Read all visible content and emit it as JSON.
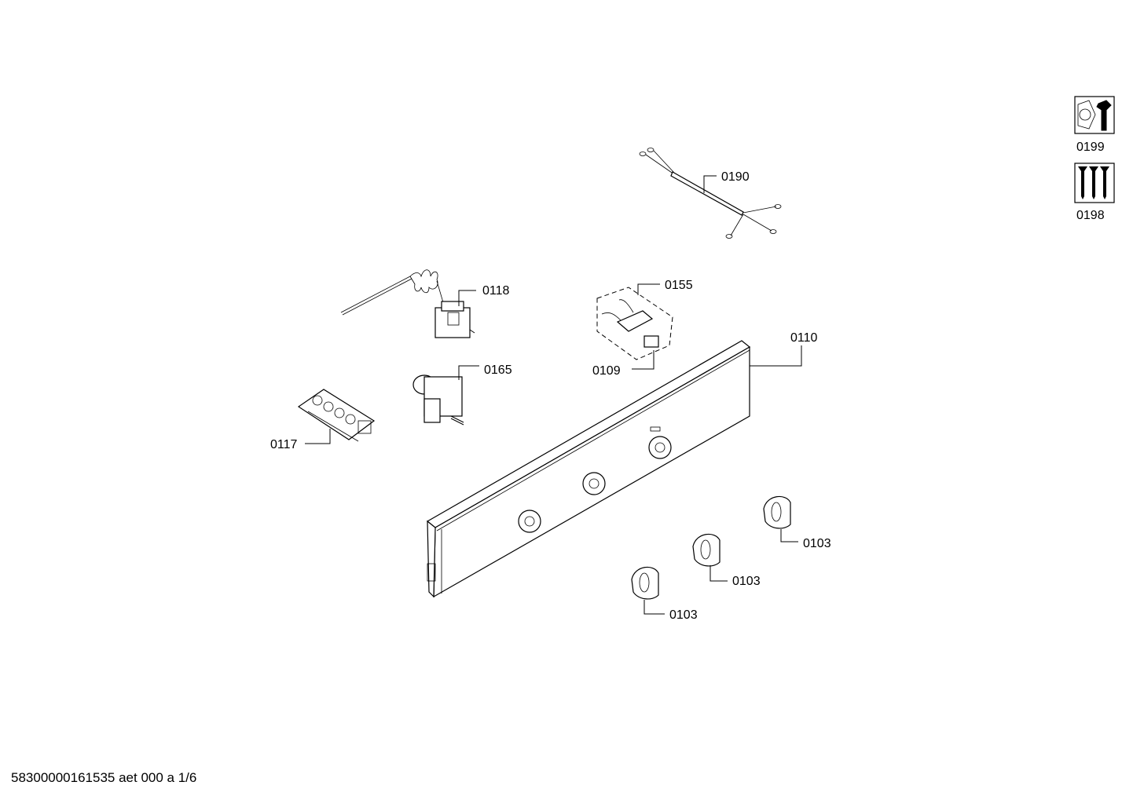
{
  "callouts": {
    "c0190": "0190",
    "c0118": "0118",
    "c0155": "0155",
    "c0110": "0110",
    "c0165": "0165",
    "c0109": "0109",
    "c0117": "0117",
    "c0103a": "0103",
    "c0103b": "0103",
    "c0103c": "0103"
  },
  "tool_icons": [
    {
      "icon": "wrench-nut-icon",
      "label": "0199"
    },
    {
      "icon": "screws-icon",
      "label": "0198"
    }
  ],
  "footer": {
    "doc_code": "58300000161535 aet 000 a 1/6"
  }
}
